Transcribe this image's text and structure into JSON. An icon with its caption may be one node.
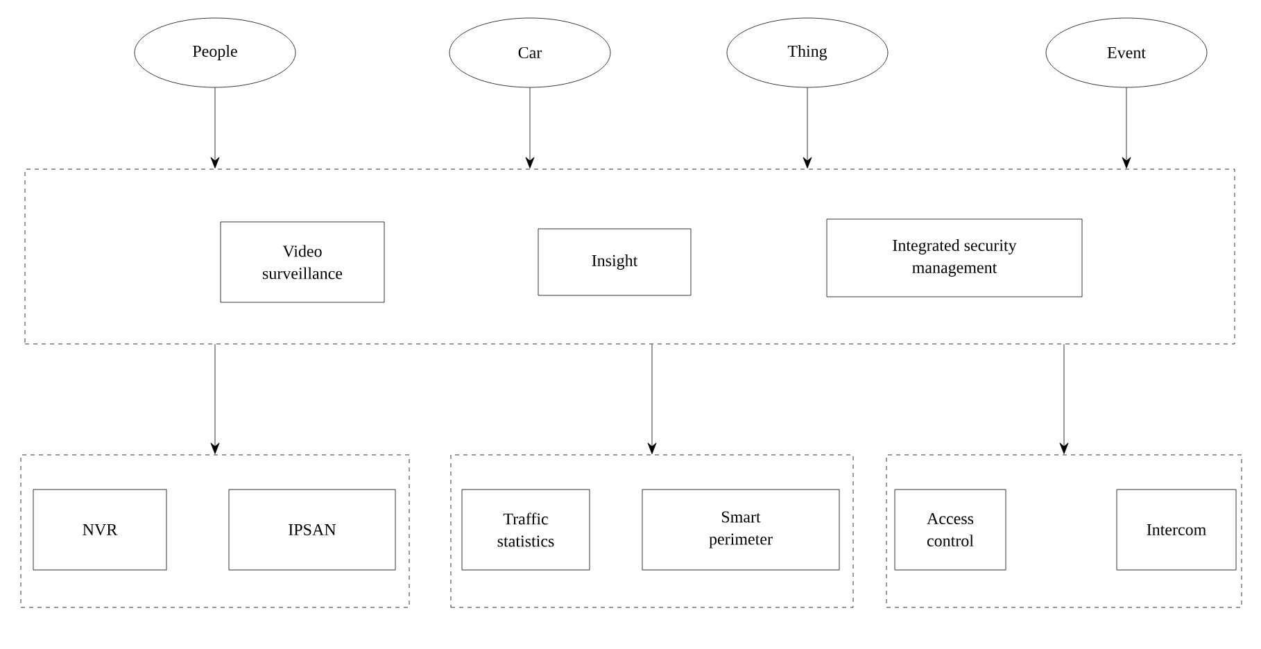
{
  "diagram": {
    "nodes": [
      {
        "text": [
          "People"
        ]
      },
      {
        "text": [
          "Car"
        ]
      },
      {
        "text": [
          "Thing"
        ]
      },
      {
        "text": [
          "Event"
        ]
      },
      {
        "text": [],
        "shape": "box"
      },
      {
        "text": [
          "Video surveillance"
        ],
        "in": 4
      },
      {
        "text": [
          "Insight"
        ],
        "in": 4
      },
      {
        "text": [
          "Integrated security management"
        ],
        "in": 4
      },
      {
        "text": [],
        "shape": "box"
      },
      {
        "text": [
          "NVR"
        ],
        "in": 8
      },
      {
        "text": [
          "IPSAN"
        ],
        "in": 8
      },
      {
        "text": [],
        "shape": "box"
      },
      {
        "text": [
          "Traffic statistics"
        ],
        "in": 11
      },
      {
        "text": [
          "Smart perimeter"
        ],
        "in": 11
      },
      {
        "text": [],
        "shape": "box"
      },
      {
        "text": [
          "Access control"
        ],
        "in": 14
      },
      {
        "text": [
          "Intercom"
        ],
        "in": 14
      }
    ],
    "edges": [
      {
        "from": 0,
        "to": 4,
        "arrow": "to"
      },
      {
        "from": 1,
        "to": 4,
        "arrow": "to"
      },
      {
        "from": 2,
        "to": 4,
        "arrow": "to"
      },
      {
        "from": 3,
        "to": 4,
        "arrow": "to"
      },
      {
        "from": 4,
        "to": 8,
        "arrow": "to"
      },
      {
        "from": 4,
        "to": 11,
        "arrow": "to"
      },
      {
        "from": 4,
        "to": 14,
        "arrow": "to"
      }
    ]
  }
}
